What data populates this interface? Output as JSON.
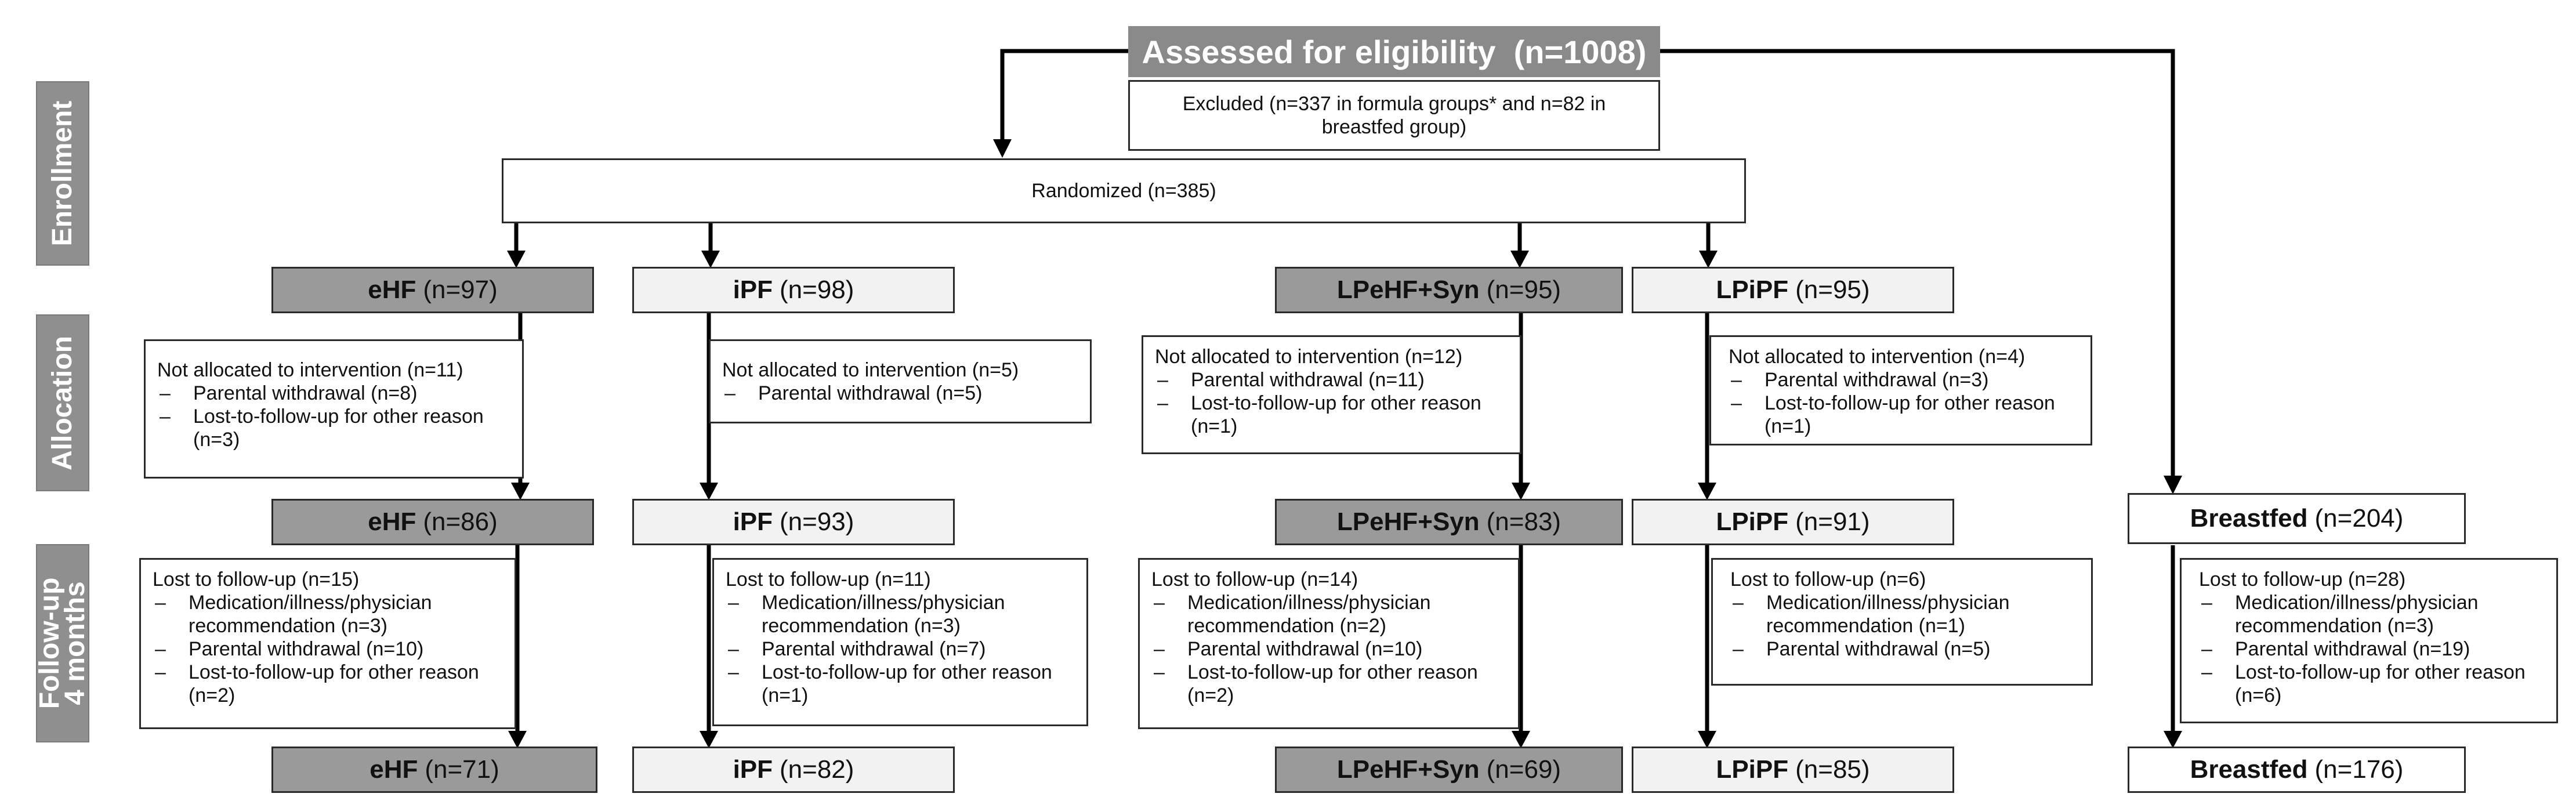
{
  "stages": {
    "enrollment": "Enrollment",
    "allocation": "Allocation",
    "followup_line1": "Follow-up",
    "followup_line2": "4 months"
  },
  "assessed": {
    "label": "Assessed for eligibility",
    "count": "(n=1008)"
  },
  "excluded": "Excluded  (n=337 in formula groups* and n=82 in breastfed group)",
  "randomized": "Randomized (n=385)",
  "groups_row1": [
    {
      "name": "eHF",
      "n": "(n=97)"
    },
    {
      "name": "iPF",
      "n": "(n=98)"
    },
    {
      "name": "LPeHF+Syn",
      "n": "(n=95)"
    },
    {
      "name": "LPiPF",
      "n": "(n=95)"
    }
  ],
  "allocation_notes": [
    {
      "title": "Not allocated to intervention (n=11)",
      "items": [
        "Parental withdrawal (n=8)",
        "Lost-to-follow-up for other reason (n=3)"
      ]
    },
    {
      "title": "Not allocated to intervention (n=5)",
      "items": [
        "Parental withdrawal (n=5)"
      ]
    },
    {
      "title": "Not allocated to intervention (n=12)",
      "items": [
        "Parental withdrawal (n=11)",
        "Lost-to-follow-up for other reason (n=1)"
      ]
    },
    {
      "title": "Not allocated to intervention (n=4)",
      "items": [
        "Parental withdrawal (n=3)",
        "Lost-to-follow-up for other reason (n=1)"
      ]
    }
  ],
  "groups_row2": [
    {
      "name": "eHF",
      "n": "(n=86)"
    },
    {
      "name": "iPF",
      "n": "(n=93)"
    },
    {
      "name": "LPeHF+Syn",
      "n": "(n=83)"
    },
    {
      "name": "LPiPF",
      "n": "(n=91)"
    },
    {
      "name": "Breastfed",
      "n": "(n=204)"
    }
  ],
  "followup_notes": [
    {
      "title": "Lost to follow-up (n=15)",
      "items": [
        "Medication/illness/physician recommendation (n=3)",
        "Parental withdrawal (n=10)",
        "Lost-to-follow-up for other reason (n=2)"
      ]
    },
    {
      "title": "Lost to follow-up (n=11)",
      "items": [
        "Medication/illness/physician recommendation (n=3)",
        "Parental withdrawal (n=7)",
        "Lost-to-follow-up for other reason (n=1)"
      ]
    },
    {
      "title": "Lost to follow-up (n=14)",
      "items": [
        "Medication/illness/physician recommendation (n=2)",
        "Parental withdrawal (n=10)",
        "Lost-to-follow-up for other reason (n=2)"
      ]
    },
    {
      "title": "Lost to follow-up (n=6)",
      "items": [
        "Medication/illness/physician recommendation (n=1)",
        "Parental withdrawal (n=5)"
      ]
    },
    {
      "title": "Lost to follow-up (n=28)",
      "items": [
        "Medication/illness/physician recommendation (n=3)",
        "Parental withdrawal (n=19)",
        "Lost-to-follow-up for other reason (n=6)"
      ]
    }
  ],
  "groups_row3": [
    {
      "name": "eHF",
      "n": "(n=71)"
    },
    {
      "name": "iPF",
      "n": "(n=82)"
    },
    {
      "name": "LPeHF+Syn",
      "n": "(n=69)"
    },
    {
      "name": "LPiPF",
      "n": "(n=85)"
    },
    {
      "name": "Breastfed",
      "n": "(n=176)"
    }
  ]
}
